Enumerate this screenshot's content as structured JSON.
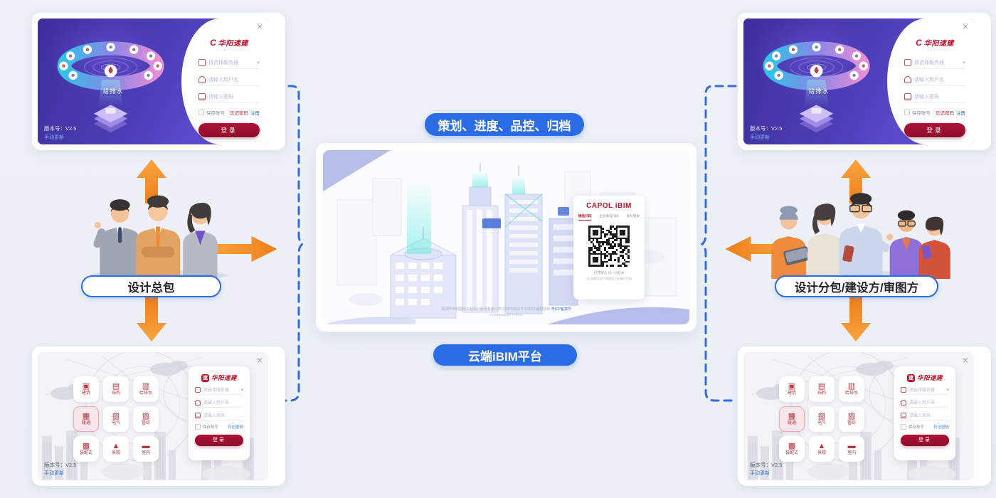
{
  "labels": {
    "top_flow": "策划、进度、品控、归档",
    "bottom_flow": "云端iBIM平台",
    "left_role": "设计总包",
    "right_role": "设计分包/建设方/审图方"
  },
  "desktop_login": {
    "brand": "华阳速建",
    "ring_center_label": "给排水",
    "version": "版本号：V2.5",
    "update_link": "手动更新",
    "close": "×",
    "fields": [
      {
        "icon": "server-icon",
        "placeholder": "请选择服务器"
      },
      {
        "icon": "user-icon",
        "placeholder": "请输入用户名"
      },
      {
        "icon": "lock-icon",
        "placeholder": "请输入密码"
      }
    ],
    "remember": "保存账号",
    "forgot": "忘记密码",
    "register": "注册",
    "login_button": "登录"
  },
  "modeling_login": {
    "brand": "华阳速建",
    "version": "版本号：V2.5",
    "update_link": "手动更新",
    "close": "×",
    "tiles": [
      {
        "label": "建筑",
        "icon": "architecture-icon",
        "active": false
      },
      {
        "label": "结构",
        "icon": "structure-icon",
        "active": false
      },
      {
        "label": "给排水",
        "icon": "plumbing-icon",
        "active": false
      },
      {
        "label": "暖通",
        "icon": "hvac-icon",
        "active": true
      },
      {
        "label": "电气",
        "icon": "electrical-icon",
        "active": false
      },
      {
        "label": "管综",
        "icon": "piping-icon",
        "active": false
      },
      {
        "label": "装配式",
        "icon": "prefab-icon",
        "active": false
      },
      {
        "label": "景观",
        "icon": "landscape-icon",
        "active": false
      },
      {
        "label": "室内",
        "icon": "interior-icon",
        "active": false
      }
    ],
    "fields": [
      {
        "icon": "server-icon",
        "placeholder": "请选择服务器"
      },
      {
        "icon": "user-icon",
        "placeholder": "请输入用户名"
      },
      {
        "icon": "lock-icon",
        "placeholder": "请输入密码"
      }
    ],
    "remember": "保存账号",
    "forgot": "忘记密码",
    "login_button": "登录"
  },
  "web_portal": {
    "title": "CAPOL iBIM",
    "tabs": [
      {
        "label": "微信扫码",
        "active": true
      },
      {
        "label": "企业微信扫码",
        "active": false
      },
      {
        "label": "账号登录",
        "active": false
      }
    ],
    "qr_hint": "打开微信 扫一扫登录",
    "qr_note": "*企业微信用户请使用企业微信扫码",
    "footer_line1": "深圳市华阳国际工程设计股份有限公司 COPYRIGHT ©2019 版权所有",
    "footer_link": "粤ICP备案号",
    "footer_line2": "POWERED BY CAPOL"
  },
  "colors": {
    "accent_blue": "#2b6ce6",
    "brand_red": "#c0122e",
    "button_red": "#9c1033",
    "arrow_orange": "#f5911e",
    "ring_teal": "#35c8e8",
    "ring_pink": "#ef92d8"
  }
}
